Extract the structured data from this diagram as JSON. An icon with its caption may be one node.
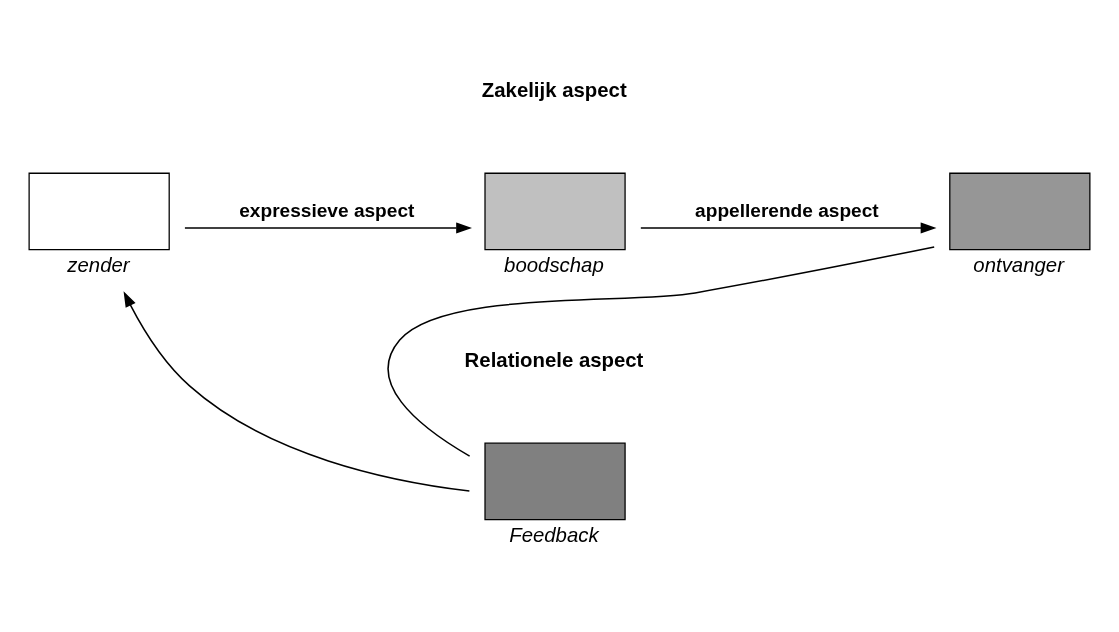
{
  "diagram": {
    "nodes": [
      {
        "text": [
          "zender"
        ]
      },
      {
        "text": [
          "boodschap"
        ]
      },
      {
        "text": [
          "ontvanger"
        ]
      },
      {
        "text": [
          "Feedback"
        ]
      }
    ],
    "edges": [
      {
        "from": 0,
        "to": 1,
        "arrow": "to",
        "label": "expressieve aspect"
      },
      {
        "from": 1,
        "to": 2,
        "arrow": "to",
        "label": "appellerende aspect"
      },
      {
        "from": 2,
        "to": 3,
        "arrow": "none"
      },
      {
        "from": 3,
        "to": 0,
        "arrow": "to"
      }
    ],
    "labels": [
      "Zakelijk aspect",
      "Relationele aspect"
    ]
  }
}
